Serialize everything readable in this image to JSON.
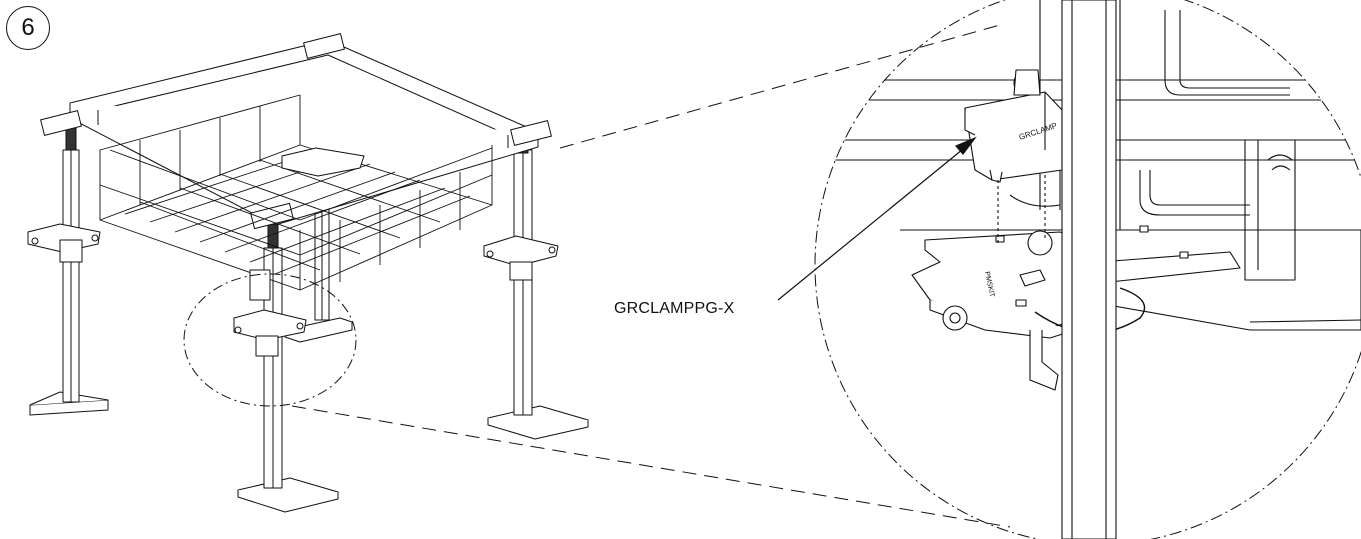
{
  "step": {
    "number": "6"
  },
  "callout": {
    "part_number": "GRCLAMPPG-X"
  },
  "detail": {
    "stamp_brand": "GRCLAMP",
    "stamp_side": "PMSKIT"
  },
  "colors": {
    "line": "#111111",
    "background": "#ffffff"
  }
}
